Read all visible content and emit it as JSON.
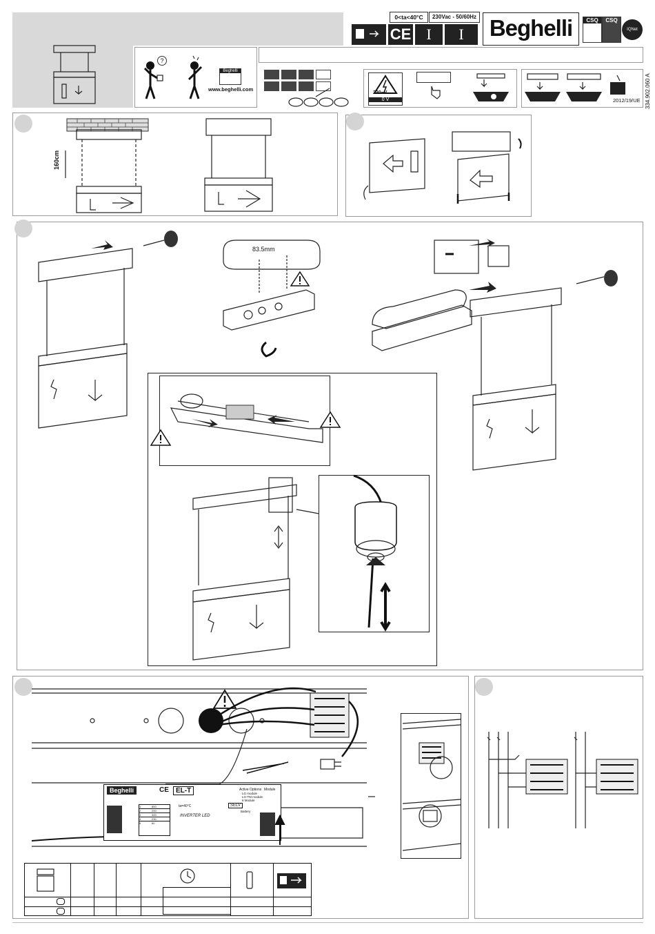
{
  "header": {
    "temperature_rating": "0<ta<40°C",
    "supply_rating": "230Vac - 50/60Hz",
    "brand": "Beghelli",
    "cert_csq_1": "CSQ",
    "cert_csq_2": "CSQ",
    "cert_iqnet": "IQNet",
    "ce_mark": "CE",
    "roman_1": "I",
    "roman_2": "I"
  },
  "intro": {
    "question_mark": "?",
    "brand_small": "Beghelli",
    "website": "www.beghelli.com"
  },
  "battery_box": {
    "voltage_label": "230~V",
    "zero_volt": "0 V"
  },
  "disposal": {
    "directive": "2012/19/UE"
  },
  "doc_code": "334.902.060 A",
  "step2": {
    "height_label": "160cm"
  },
  "step3": {
    "spacing_label": "83.5mm"
  },
  "step4": {
    "module_brand": "Beghelli",
    "module_ce": "CE",
    "module_name": "EL-T",
    "module_type": "INVERTER LED",
    "selv": "SELV",
    "temp": "ta=40°C",
    "options_title": "Active Options",
    "options": [
      "LG module",
      "LG-TM module",
      "6 Module"
    ],
    "battery_label": "Battery",
    "module_label": "Module",
    "table_rows": [
      [
        "1",
        "800"
      ],
      [
        "2",
        "200"
      ],
      [
        "3",
        "400"
      ],
      [
        "4",
        "230"
      ],
      [
        "5",
        "60"
      ]
    ]
  },
  "icons": {
    "warning": "warning-triangle-icon",
    "clock": "clock-icon",
    "running_man": "running-man-icon",
    "recycle": "recycle-bin-icon"
  }
}
